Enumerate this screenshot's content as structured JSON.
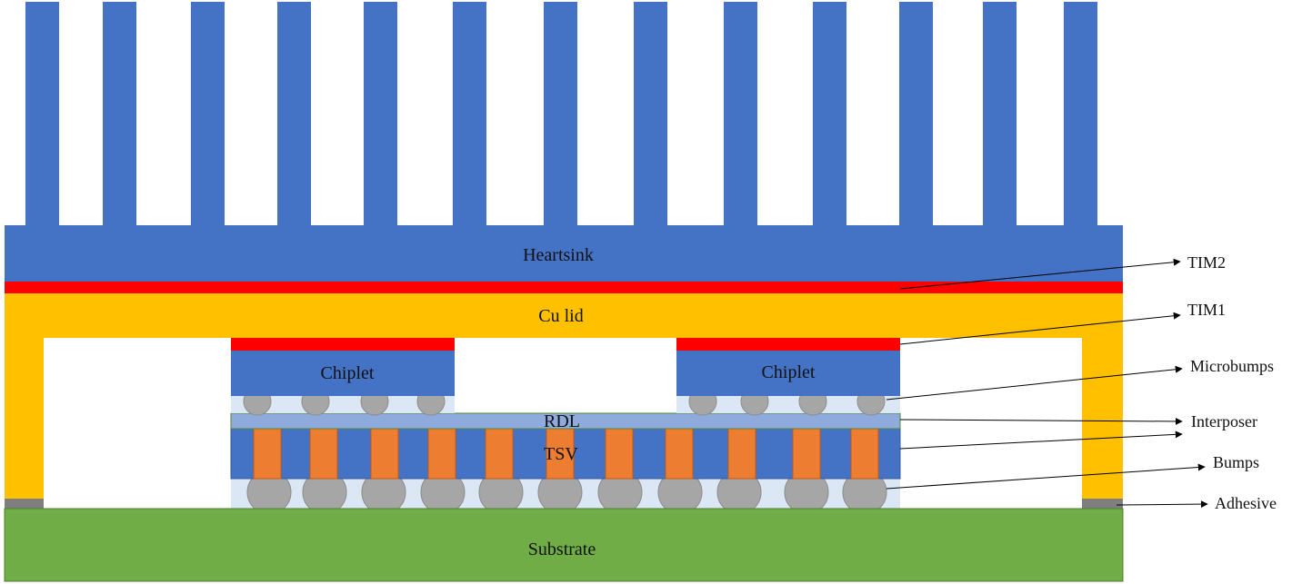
{
  "layers": {
    "heatsink": "Heartsink",
    "cu_lid": "Cu lid",
    "chiplet_left": "Chiplet",
    "chiplet_right": "Chiplet",
    "rdl": "RDL",
    "tsv": "TSV",
    "substrate": "Substrate"
  },
  "callouts": {
    "tim2": "TIM2",
    "tim1": "TIM1",
    "microbumps": "Microbumps",
    "interposer": "Interposer",
    "bumps": "Bumps",
    "adhesive": "Adhesive"
  },
  "colors": {
    "heatsink": "#4472c4",
    "tim": "#ff0000",
    "cu_lid": "#ffc000",
    "chiplet": "#4472c4",
    "underfill": "#dbe7f4",
    "bump": "#a6a6a6",
    "rdl": "#8faadc",
    "interposer": "#4472c4",
    "tsv": "#ed7d31",
    "substrate": "#70ad47",
    "adhesive": "#7f7f7f"
  }
}
